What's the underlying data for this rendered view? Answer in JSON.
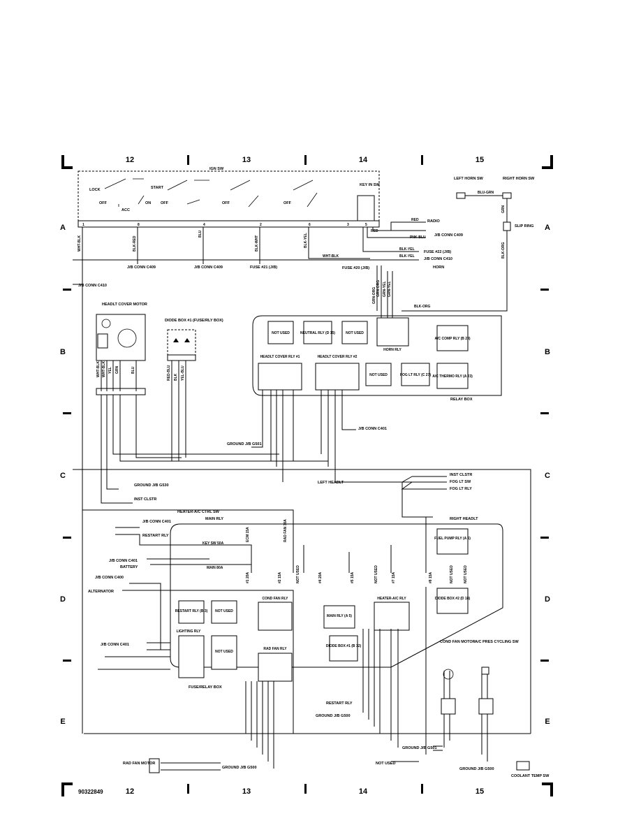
{
  "grid": {
    "columns": [
      "12",
      "13",
      "14",
      "15"
    ],
    "rows": [
      "A",
      "B",
      "C",
      "D",
      "E"
    ],
    "figure_number": "90322849"
  },
  "ign_sw": {
    "title": "IGN SW",
    "positions": [
      "LOCK",
      "START",
      "ACC",
      "ON",
      "OFF",
      "OFF",
      "OFF",
      "OFF"
    ],
    "pins": [
      "1",
      "8",
      "4",
      "2",
      "6",
      "3",
      "5"
    ],
    "key_in_sw": "KEY IN SW"
  },
  "horn": {
    "left_sw": "LEFT HORN SW",
    "right_sw": "RIGHT HORN SW",
    "wire_top": "BLU-GRN",
    "wire_grn": "GRN",
    "slip_ring": "SLIP RING",
    "wire_blk_org": "BLK-ORG"
  },
  "top_labels": {
    "radio": "RADIO",
    "jb_conn_c409": "J/B CONN C409",
    "fuse22": "FUSE #22 (J/B)",
    "jb_conn_c410_right": "J/B CONN C410",
    "horn": "HORN",
    "fuse20": "FUSE #20 (J/B)",
    "jb_conn_c409_left": "J/B CONN C409",
    "jb_conn_c409_mid": "J/B CONN C409",
    "fuse21": "FUSE #21 (J/B)",
    "jb_conn_c410_left": "J/B CONN C410"
  },
  "wires_top": [
    "RED",
    "RED",
    "PNK-BLU",
    "BLK-YEL",
    "BLK-YEL",
    "WHT-BLK",
    "WHT-BLK",
    "BLK-RED",
    "BLU",
    "BLK-WHT",
    "BLK-YEL",
    "GRN-ORG",
    "GRN-ORG",
    "GRN-YEL",
    "GRN-YEL",
    "BLK-ORG"
  ],
  "relay_box": {
    "title": "RELAY BOX",
    "cells": [
      "NOT USED",
      "NEUTRAL RLY (D 15)",
      "NOT USED",
      "HORN RLY",
      "A/C COMP RLY (B 23)",
      "HEADLT COVER RLY #1",
      "HEADLT COVER RLY #2",
      "NOT USED",
      "FOG LT RLY (C 27)",
      "A/C THERMO RLY (A 23)"
    ]
  },
  "headlt_motor": {
    "title": "HEADLT COVER MOTOR",
    "wires": [
      "WHT-BLK",
      "WHT-BLK",
      "YEL",
      "GRN",
      "BLU"
    ]
  },
  "diode_box1": {
    "title": "DIODE BOX #1 (FUSE/RLY BOX)",
    "wires": [
      "RED-BLU",
      "BLK",
      "YEL-BLU"
    ]
  },
  "mid_labels": {
    "jb_conn_c401": "J/B CONN C401",
    "ground_g501": "GROUND J/B G501",
    "ground_g530": "GROUND J/B G530",
    "inst_clstr": "INST CLSTR",
    "left_headlt": "LEFT HEADLT",
    "right_headlt": "RIGHT HEADLT",
    "inst_clstr_r": "INST CLSTR",
    "fog_lt_sw": "FOG LT SW",
    "fog_lt_rly": "FOG LT RLY"
  },
  "fuse_relay_box": {
    "title": "FUSE/RELAY BOX",
    "fuses": [
      "KEY SW 50A",
      "MAIN 80A",
      "ECM 15A",
      "RAD FAN 30A",
      "#1 20A",
      "#2 15A",
      "NOT USED",
      "#4 20A",
      "#5 15A",
      "NOT USED",
      "#7 15A",
      "#8 15A",
      "NOT USED",
      "NOT USED"
    ],
    "relays": [
      "FUEL PUMP RLY (A 6)",
      "DIODE BOX #2 (D 18)",
      "RESTART RLY (B 3)",
      "NOT USED",
      "COND FAN RLY",
      "MAIN RLY (A 5)",
      "HEATER-A/C RLY",
      "LIGHTING RLY",
      "NOT USED",
      "RAD FAN RLY",
      "DIODE BOX #1 (B 12)"
    ]
  },
  "left_labels": {
    "jb_c401": "J/B CONN C401",
    "restart_rly": "RESTART RLY",
    "jb_c401b": "J/B CONN C401",
    "battery": "BATTERY",
    "jb_c400": "J/B CONN C400",
    "alternator": "ALTERNATOR",
    "jb_c401c": "J/B CONN C401",
    "heater_ctrl": "HEATER-A/C CTRL SW",
    "main_rly": "MAIN RLY"
  },
  "bottom_labels": {
    "cond_fan_motor": "COND FAN MOTOR",
    "ac_pres": "A/C PRES CYCLING SW",
    "restart_rly": "RESTART RLY",
    "ground_g500": "GROUND J/B G500",
    "ground_g501": "GROUND J/B G501",
    "not_used": "NOT USED",
    "rad_fan_motor": "RAD FAN MOTOR",
    "ground_g500b": "GROUND J/B G500",
    "ground_g500c": "GROUND J/B G500",
    "coolant_temp_sw": "COOLANT TEMP SW"
  }
}
